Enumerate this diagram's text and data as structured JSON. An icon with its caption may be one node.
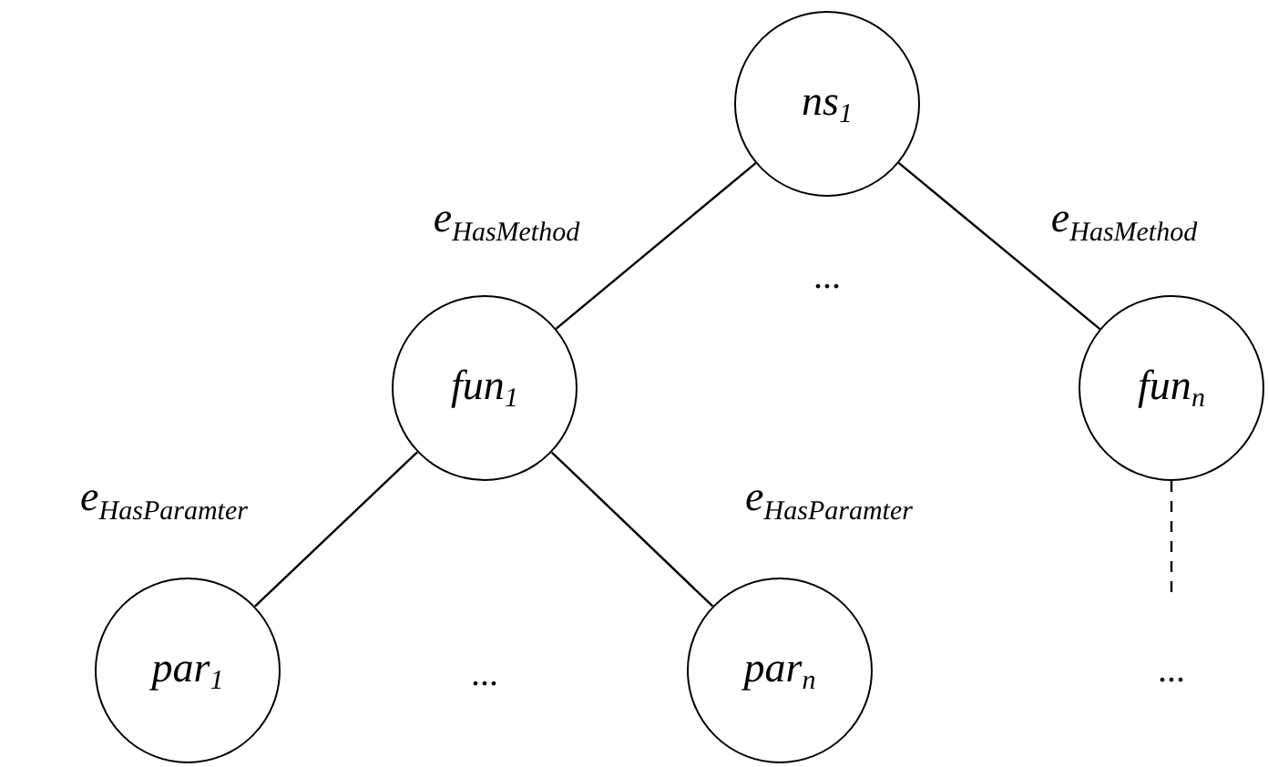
{
  "diagram": {
    "nodes": [
      {
        "text": [
          "ns$_{1}$"
        ]
      },
      {
        "text": [
          "fun$_{1}$"
        ]
      },
      {
        "text": [
          "fun$_{n}$"
        ]
      },
      {
        "text": [
          "par$_{1}$"
        ]
      },
      {
        "text": [
          "par$_{n}$"
        ]
      },
      {
        "text": [
          "..."
        ]
      }
    ],
    "edges": [
      {
        "from": 0,
        "to": 1,
        "arrow": "none",
        "label": "e$_{HasMethod}$"
      },
      {
        "from": 0,
        "to": 2,
        "arrow": "none",
        "label": "e$_{HasMethod}$"
      },
      {
        "from": 1,
        "to": 3,
        "arrow": "none",
        "label": "e$_{HasParamter}$"
      },
      {
        "from": 1,
        "to": 4,
        "arrow": "none",
        "label": "e$_{HasParamter}$"
      },
      {
        "from": 2,
        "to": 5,
        "arrow": "none",
        "style": "dashed"
      }
    ],
    "labels": [
      "...",
      "..."
    ]
  }
}
